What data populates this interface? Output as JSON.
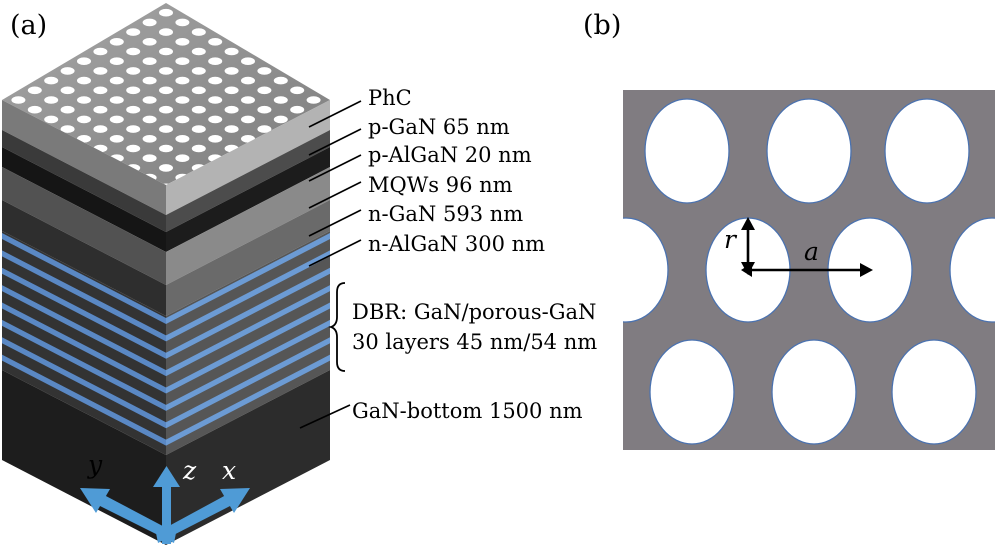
{
  "panel_a": {
    "label": "(a)",
    "layers": [
      {
        "label": "PhC"
      },
      {
        "label": "p-GaN 65 nm"
      },
      {
        "label": "p-AlGaN 20 nm"
      },
      {
        "label": "MQWs 96 nm"
      },
      {
        "label": "n-GaN 593 nm"
      },
      {
        "label": "n-AlGaN 300 nm"
      }
    ],
    "dbr": {
      "line1": "DBR: GaN/porous-GaN",
      "line2": "30 layers 45 nm/54 nm"
    },
    "bottom": {
      "label": "GaN-bottom 1500 nm"
    },
    "axes": {
      "y": "y",
      "z": "z",
      "x": "x"
    }
  },
  "panel_b": {
    "label": "(b)",
    "r_label": "r",
    "a_label": "a"
  },
  "colors": {
    "top_face": "#8f8f8f",
    "dbr_blue": "#5a88c4",
    "axis_arrow": "#4f9bd6",
    "lattice_gray": "#807c81",
    "hole_border": "#4a72b0"
  }
}
